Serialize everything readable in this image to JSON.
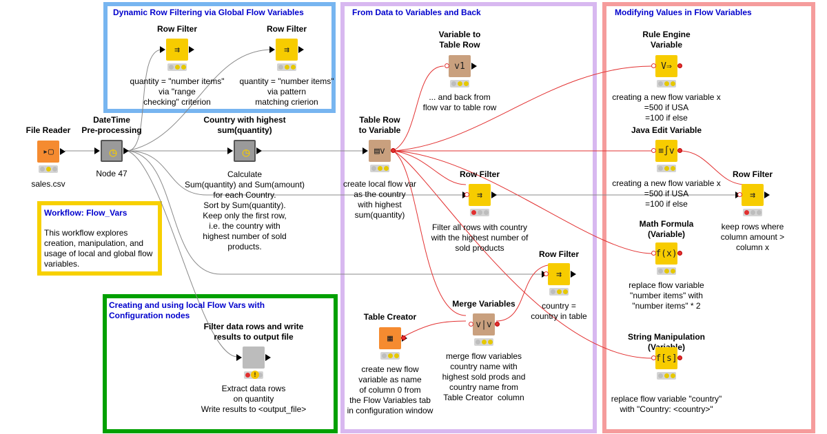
{
  "annotations": [
    {
      "key": "dynamic",
      "title": "Dynamic Row Filtering via Global Flow Variables",
      "color": "#77b5f0"
    },
    {
      "key": "data_vars",
      "title": "From Data to Variables and Back",
      "color": "#d8b8f0"
    },
    {
      "key": "modify",
      "title": "Modifying Values in Flow Variables",
      "color": "#f59c9c"
    },
    {
      "key": "config",
      "title": "Creating and using local Flow Vars with\nConfiguration nodes",
      "color": "#00a000"
    },
    {
      "key": "workflow",
      "title": "Workflow: Flow_Vars",
      "color": "#f7d000"
    }
  ],
  "workflow_note": {
    "title": "Workflow: Flow_Vars",
    "text": "This workflow explores\ncreation, manipulation, and\nusage of local and global flow\nvariables."
  },
  "nodes": [
    {
      "id": "file_reader",
      "title": "File Reader",
      "desc": "sales.csv",
      "color": "#f58b30",
      "icon": "file-reader-icon",
      "glyph": "▸▢",
      "status": [
        "grey",
        "yellow",
        "grey"
      ]
    },
    {
      "id": "datetime",
      "title": "DateTime\nPre-processing",
      "desc": "Node 47",
      "color": "#9a9a9a",
      "icon": "metanode-clock-icon",
      "glyph": "◷",
      "status": []
    },
    {
      "id": "rf_range",
      "title": "Row Filter",
      "desc": "quantity = \"number items\"\nvia \"range\nchecking\" criterion",
      "color": "#f7cc00",
      "icon": "row-filter-icon",
      "glyph": "⇉",
      "status": [
        "grey",
        "yellow",
        "yellow"
      ]
    },
    {
      "id": "rf_pattern",
      "title": "Row Filter",
      "desc": "quantity = \"number items\"\nvia pattern\nmatching crierion",
      "color": "#f7cc00",
      "icon": "row-filter-icon",
      "glyph": "⇉",
      "status": [
        "grey",
        "yellow",
        "yellow"
      ]
    },
    {
      "id": "country_sum",
      "title": "Country with highest\nsum(quantity)",
      "desc": "Calculate\nSum(quantity) and Sum(amount)\nfor each Country.\nSort by Sum(quantity).\nKeep only the first row,\ni.e. the country with\nhighest number of sold\nproducts.",
      "color": "#9a9a9a",
      "icon": "metanode-clock-icon",
      "glyph": "◷",
      "status": []
    },
    {
      "id": "filter_write",
      "title": "Filter data rows and write\nresults to output file",
      "desc": "Extract data rows\non quantity\nWrite results to <output_file>",
      "color": "#bcbcbc",
      "icon": "component-icon",
      "glyph": "",
      "status": [
        "red",
        "grey",
        "grey"
      ]
    },
    {
      "id": "table_row_var",
      "title": "Table Row\nto Variable",
      "desc": "create local flow var\nas the country\nwith highest\nsum(quantity)",
      "color": "#c9a07e",
      "icon": "table-row-to-variable-icon",
      "glyph": "▤v",
      "status": [
        "grey",
        "yellow",
        "yellow"
      ]
    },
    {
      "id": "var_table_row",
      "title": "Variable to\nTable Row",
      "desc": "... and back from\nflow var to table row",
      "color": "#c9a07e",
      "icon": "variable-to-table-row-icon",
      "glyph": "v1",
      "status": [
        "grey",
        "yellow",
        "yellow"
      ]
    },
    {
      "id": "rf_country",
      "title": "Row Filter",
      "desc": "Filter all rows with country\nwith the highest number of\nsold products",
      "color": "#f7cc00",
      "icon": "row-filter-icon",
      "glyph": "⇉",
      "status": [
        "red",
        "grey",
        "grey"
      ]
    },
    {
      "id": "rf_table",
      "title": "Row Filter",
      "desc": "country =\ncountry in table",
      "color": "#f7cc00",
      "icon": "row-filter-icon",
      "glyph": "⇉",
      "status": [
        "grey",
        "yellow",
        "yellow"
      ]
    },
    {
      "id": "table_creator",
      "title": "Table Creator",
      "desc": "create new flow\nvariable as name\nof column 0 from\nthe Flow Variables tab\nin configuration window",
      "color": "#f58b30",
      "icon": "table-creator-icon",
      "glyph": "▦",
      "status": [
        "grey",
        "yellow",
        "yellow"
      ]
    },
    {
      "id": "merge_vars",
      "title": "Merge Variables",
      "desc": "merge flow variables\ncountry name with\nhighest sold prods and\ncountry name from\nTable Creator  column",
      "color": "#c9a07e",
      "icon": "merge-variables-icon",
      "glyph": "v|v",
      "status": [
        "grey",
        "yellow",
        "yellow"
      ]
    },
    {
      "id": "rule_engine",
      "title": "Rule Engine\nVariable",
      "desc": "creating a new flow variable x\n=500 if USA\n=100 if else",
      "color": "#f7cc00",
      "icon": "rule-engine-icon",
      "glyph": "V⇒",
      "status": [
        "grey",
        "yellow",
        "yellow"
      ]
    },
    {
      "id": "java_edit",
      "title": "Java Edit Variable",
      "desc": "creating a new flow variable x\n=500 if USA\n=100 if else",
      "color": "#f7cc00",
      "icon": "java-edit-icon",
      "glyph": "≡∫v",
      "status": [
        "grey",
        "yellow",
        "yellow"
      ]
    },
    {
      "id": "math_formula",
      "title": "Math Formula\n(Variable)",
      "desc": "replace flow variable\n\"number items\" with\n\"number items\" * 2",
      "color": "#f7cc00",
      "icon": "math-formula-icon",
      "glyph": "f(x)",
      "status": [
        "grey",
        "yellow",
        "yellow"
      ]
    },
    {
      "id": "string_manip",
      "title": "String Manipulation\n(Variable)",
      "desc": "replace flow variable \"country\"\nwith \"Country: <country>\"",
      "color": "#f7cc00",
      "icon": "string-manipulation-icon",
      "glyph": "f[s]",
      "status": [
        "grey",
        "yellow",
        "yellow"
      ]
    },
    {
      "id": "rf_amount",
      "title": "Row Filter",
      "desc": "keep rows where\ncolumn amount >\ncolumn x",
      "color": "#f7cc00",
      "icon": "row-filter-icon",
      "glyph": "⇉",
      "status": [
        "red",
        "grey",
        "grey"
      ]
    }
  ]
}
